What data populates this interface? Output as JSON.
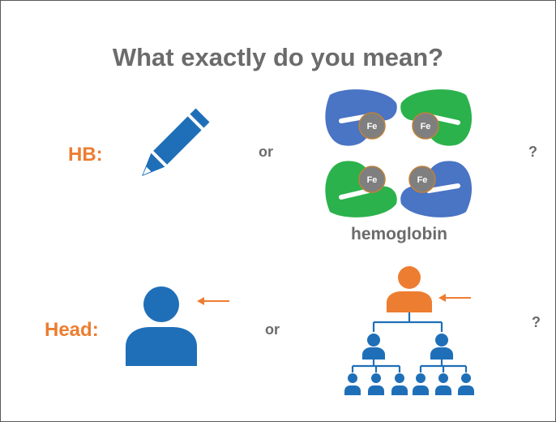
{
  "title": "What exactly do you mean?",
  "row1": {
    "term": "HB:",
    "or": "or",
    "question": "?",
    "caption": "hemoglobin",
    "iron_label": "Fe"
  },
  "row2": {
    "term": "Head:",
    "or": "or",
    "question": "?"
  },
  "colors": {
    "accent": "#ed7d31",
    "blue": "#1f6fb8",
    "subunit_blue": "#4a74c4",
    "subunit_green": "#2bb24c",
    "heme_gray": "#7f7f7f",
    "text_gray": "#6b6b6b"
  }
}
